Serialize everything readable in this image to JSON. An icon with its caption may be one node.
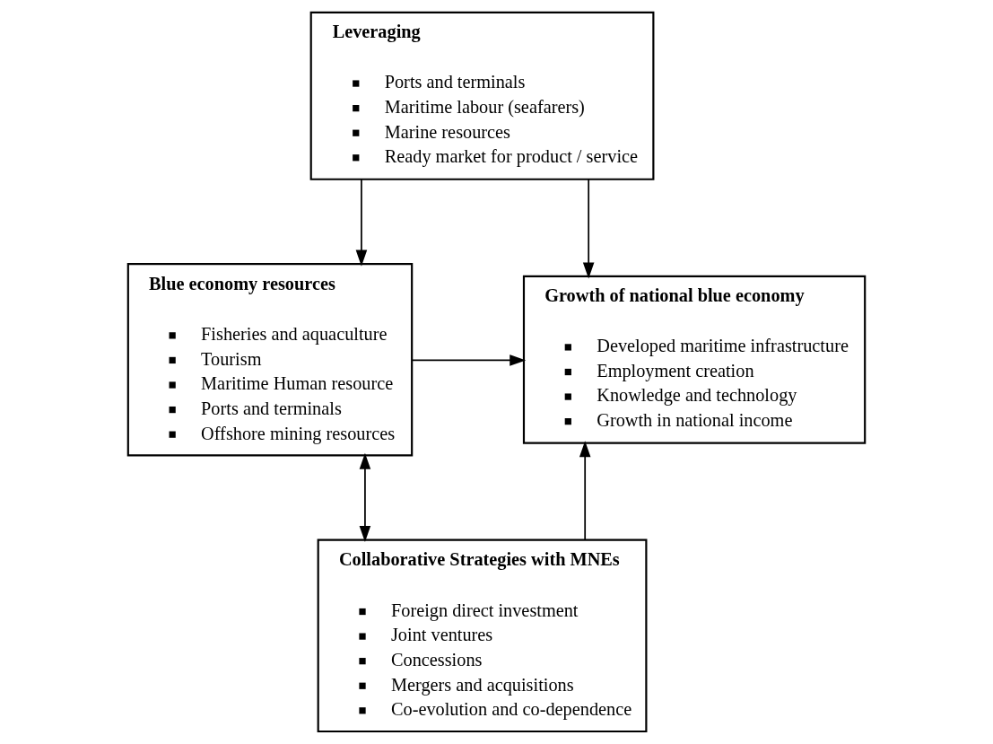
{
  "diagram": {
    "nodes": [
      {
        "text": [
          "Leveraging",
          "Ports and terminals",
          "Maritime labour (seafarers)",
          "Marine resources",
          "Ready market for product / service"
        ]
      },
      {
        "text": [
          "Blue economy resources",
          "Fisheries and aquaculture",
          "Tourism",
          "Maritime Human resource",
          "Ports and terminals",
          "Offshore mining resources"
        ]
      },
      {
        "text": [
          "Growth of national blue economy",
          "Developed maritime infrastructure",
          "Employment creation",
          "Knowledge and technology",
          "Growth in national income"
        ]
      },
      {
        "text": [
          "Collaborative Strategies with MNEs",
          "Foreign direct investment",
          "Joint ventures",
          "Concessions",
          "Mergers and acquisitions",
          "Co-evolution and co-dependence"
        ]
      }
    ],
    "edges": [
      {
        "from": 0,
        "to": 1,
        "arrow": "to"
      },
      {
        "from": 0,
        "to": 2,
        "arrow": "to"
      },
      {
        "from": 1,
        "to": 2,
        "arrow": "to"
      },
      {
        "from": 1,
        "to": 3,
        "arrow": "both"
      },
      {
        "from": 3,
        "to": 2,
        "arrow": "to"
      }
    ]
  }
}
